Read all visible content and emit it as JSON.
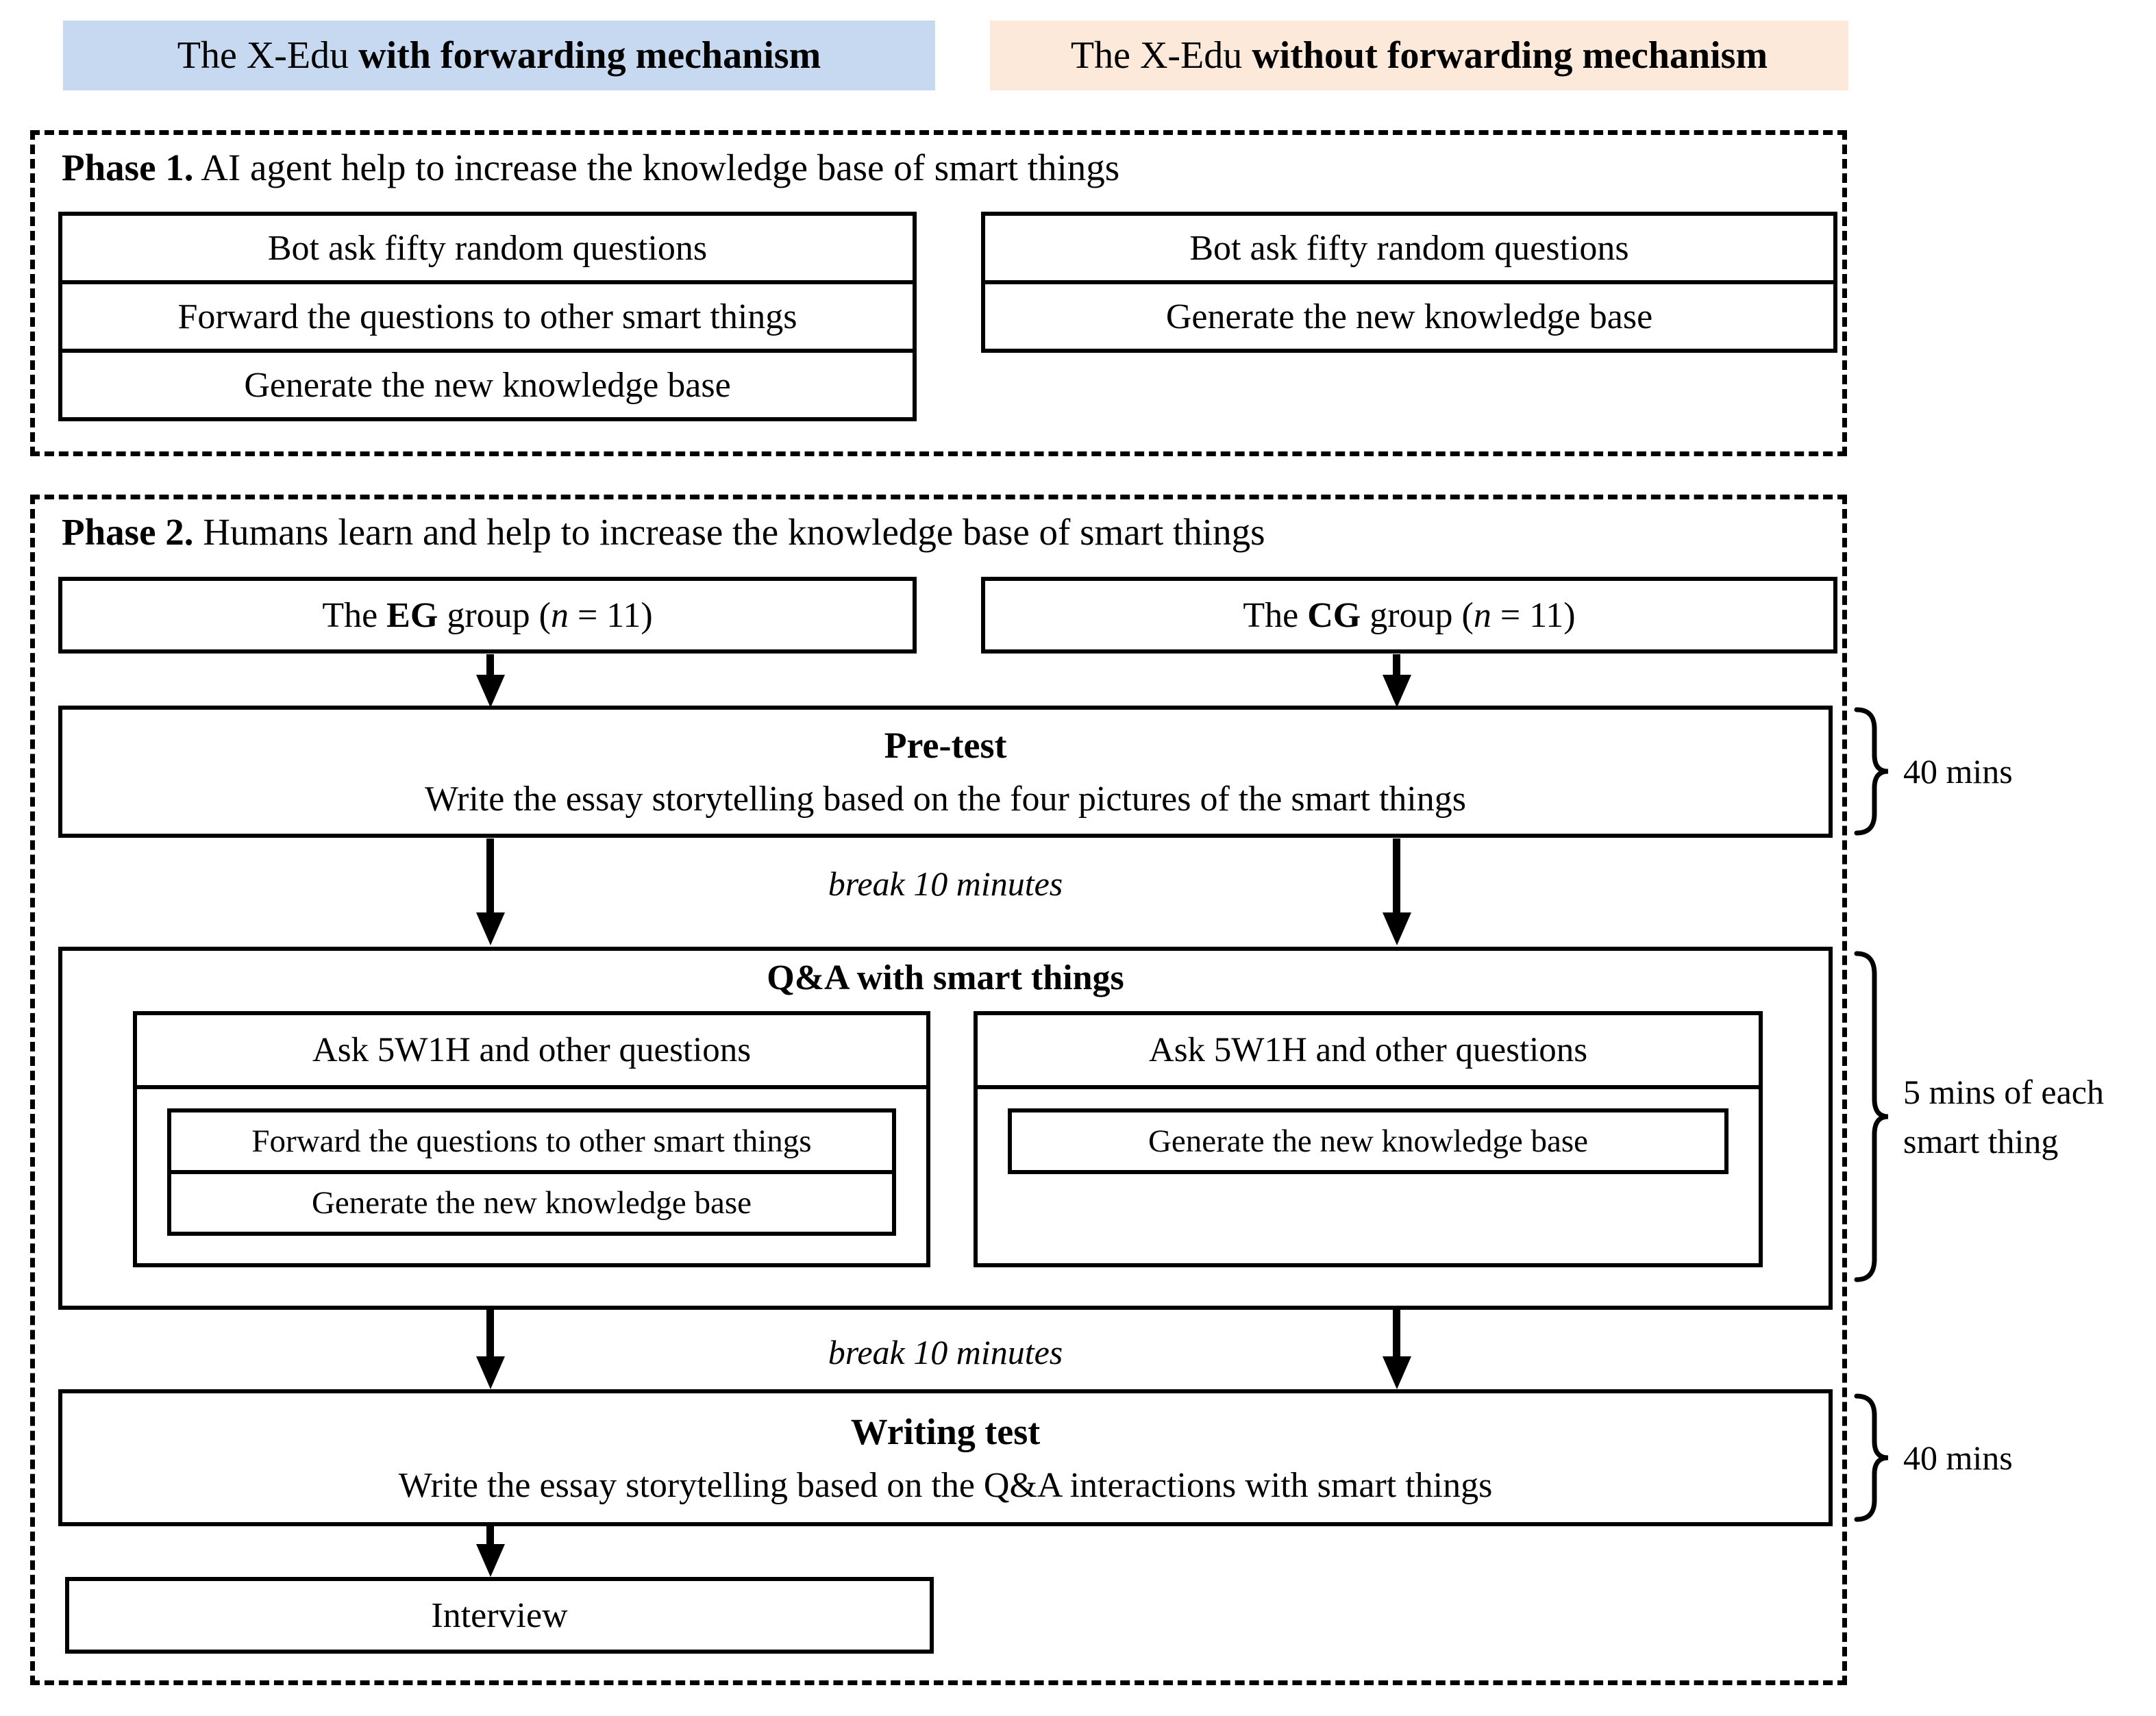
{
  "colors": {
    "with_bg": "#c6d9f1",
    "without_bg": "#fde9d9"
  },
  "legend": {
    "with_prefix": "The X-Edu",
    "with_bold": "with forwarding mechanism",
    "without_prefix": "The X-Edu",
    "without_bold": "without forwarding mechanism"
  },
  "phase1": {
    "label": "Phase 1.",
    "title": " AI agent help to increase the knowledge base of smart things",
    "with_steps": [
      "Bot ask fifty random questions",
      "Forward the questions to other smart things",
      "Generate the new knowledge base"
    ],
    "without_steps": [
      "Bot ask fifty random questions",
      "Generate the new knowledge base"
    ]
  },
  "phase2": {
    "label": "Phase 2.",
    "title": " Humans learn and help to increase the knowledge base of smart things",
    "eg": {
      "pre": "The ",
      "bold": "EG",
      "mid": " group (",
      "var": "n",
      "post": " = 11)"
    },
    "cg": {
      "pre": "The ",
      "bold": "CG",
      "mid": " group (",
      "var": "n",
      "post": " = 11)"
    },
    "pretest_title": "Pre-test",
    "pretest_desc": "Write the essay storytelling based on the four pictures of the smart things",
    "break1": "break 10 minutes",
    "qa_title": "Q&A with smart things",
    "qa_left_header": "Ask 5W1H and other questions",
    "qa_left_steps": [
      "Forward the questions to other smart things",
      "Generate the new knowledge base"
    ],
    "qa_right_header": "Ask 5W1H and other questions",
    "qa_right_steps": [
      "Generate the new knowledge base"
    ],
    "break2": "break 10 minutes",
    "writing_title": "Writing test",
    "writing_desc": "Write the essay storytelling based on the Q&A interactions with smart things",
    "interview": "Interview"
  },
  "annotations": {
    "pretest_time": "40 mins",
    "qa_time_line1": "5 mins of each",
    "qa_time_line2": "smart thing",
    "writing_time": "40 mins"
  }
}
